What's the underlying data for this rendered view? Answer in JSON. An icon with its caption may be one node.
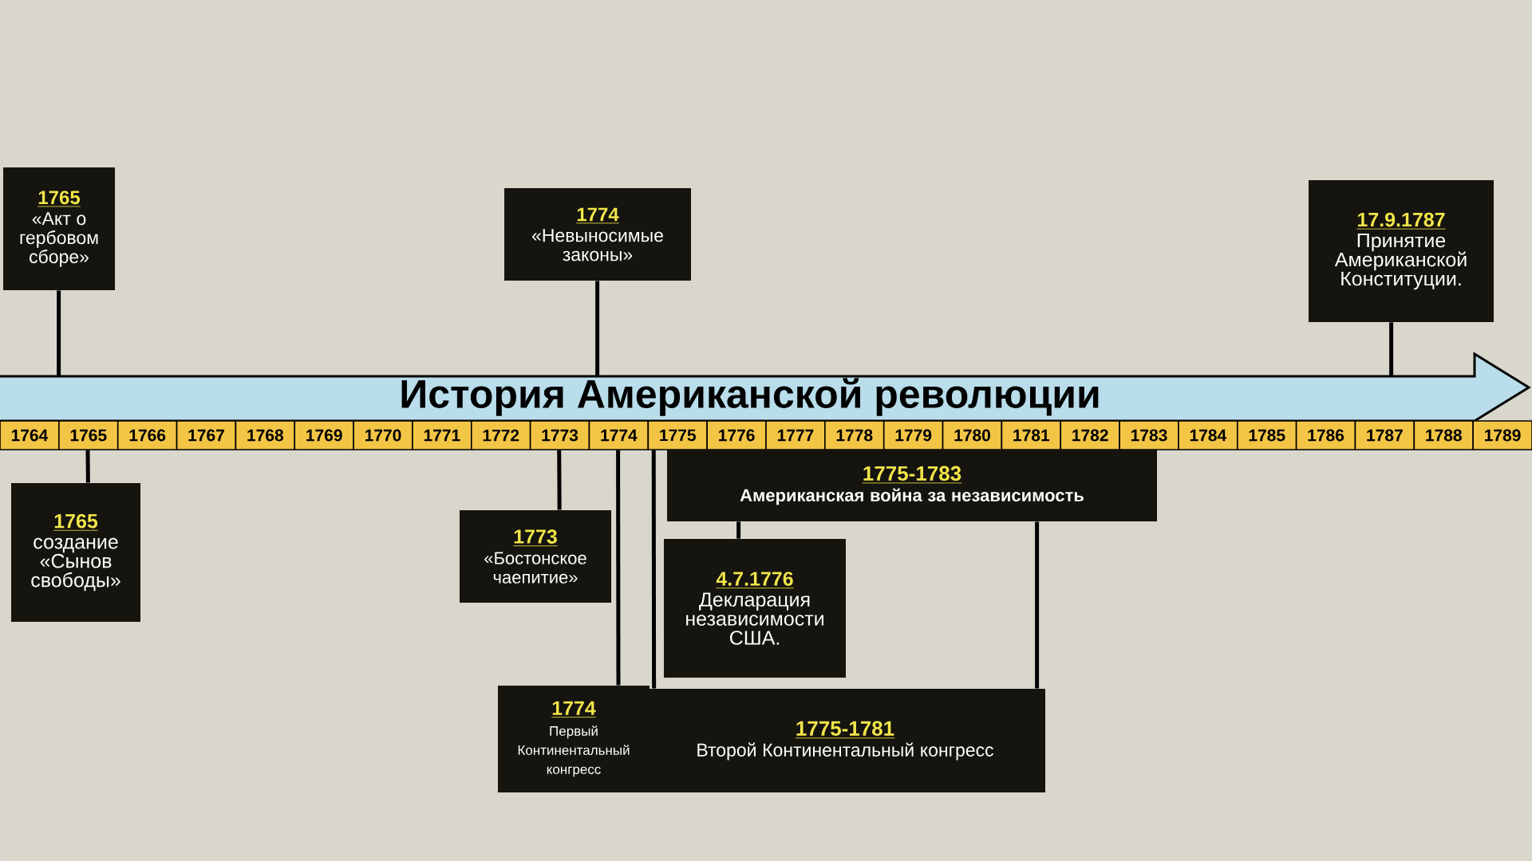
{
  "diagram": {
    "title": "История Американской революции",
    "nodes": [
      {
        "text": [],
        "shape": "arrow"
      },
      {
        "text": [
          "1764"
        ]
      },
      {
        "text": [
          "1765"
        ]
      },
      {
        "text": [
          "1766"
        ]
      },
      {
        "text": [
          "1767"
        ]
      },
      {
        "text": [
          "1768"
        ]
      },
      {
        "text": [
          "1769"
        ]
      },
      {
        "text": [
          "1770"
        ]
      },
      {
        "text": [
          "1771"
        ]
      },
      {
        "text": [
          "1772"
        ]
      },
      {
        "text": [
          "1773"
        ]
      },
      {
        "text": [
          "1774"
        ]
      },
      {
        "text": [
          "1775"
        ]
      },
      {
        "text": [
          "1776"
        ]
      },
      {
        "text": [
          "1777"
        ]
      },
      {
        "text": [
          "1778"
        ]
      },
      {
        "text": [
          "1779"
        ]
      },
      {
        "text": [
          "1780"
        ]
      },
      {
        "text": [
          "1781"
        ]
      },
      {
        "text": [
          "1782"
        ]
      },
      {
        "text": [
          "1783"
        ]
      },
      {
        "text": [
          "1784"
        ]
      },
      {
        "text": [
          "1785"
        ]
      },
      {
        "text": [
          "1786"
        ]
      },
      {
        "text": [
          "1787"
        ]
      },
      {
        "text": [
          "1788"
        ]
      },
      {
        "text": [
          "1789"
        ]
      },
      {
        "text": [
          "1765",
          "«Акт о гербовом сборе»"
        ]
      },
      {
        "text": [
          "1774",
          "«Невыносимые законы»"
        ]
      },
      {
        "text": [
          "17.9.1787",
          "Принятие Американской Конституции."
        ]
      },
      {
        "text": [
          "1765",
          "создание «Сынов свободы»"
        ]
      },
      {
        "text": [
          "1773",
          "«Бостонское чаепитие»"
        ]
      },
      {
        "text": [
          "1774",
          "Первый Континентальный конгресс"
        ]
      },
      {
        "text": [
          "1775-1783",
          "Американская война за независимость"
        ]
      },
      {
        "text": [
          "4.7.1776",
          "Декларация независимости США."
        ]
      },
      {
        "text": [
          "1775-1781",
          "Второй Континентальный конгресс"
        ]
      }
    ],
    "edges": [
      {
        "from": 27,
        "to": 0,
        "arrow": "none"
      },
      {
        "from": 28,
        "to": 0,
        "arrow": "none"
      },
      {
        "from": 29,
        "to": 0,
        "arrow": "none"
      },
      {
        "from": 2,
        "to": 30,
        "arrow": "none"
      },
      {
        "from": 10,
        "to": 31,
        "arrow": "none"
      },
      {
        "from": 11,
        "to": 32,
        "arrow": "none"
      },
      {
        "from": 33,
        "to": 34,
        "arrow": "none"
      },
      {
        "from": 33,
        "to": 35,
        "arrow": "none"
      },
      {
        "from": 12,
        "to": 35,
        "arrow": "none"
      }
    ]
  }
}
